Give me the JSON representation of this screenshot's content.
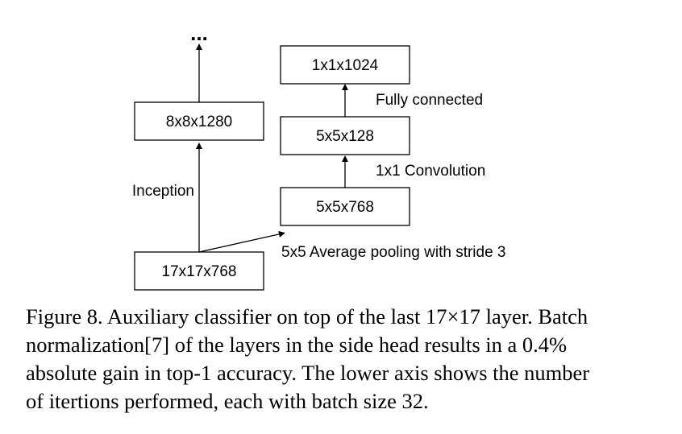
{
  "diagram": {
    "top_dots": "...",
    "boxes": {
      "b17x17": "17x17x768",
      "b8x8": "8x8x1280",
      "b5x5x768": "5x5x768",
      "b5x5x128": "5x5x128",
      "b1x1": "1x1x1024"
    },
    "edges": {
      "inception": "Inception",
      "avgpool": "5x5 Average pooling with stride 3",
      "conv": "1x1 Convolution",
      "fc": "Fully connected"
    }
  },
  "caption": {
    "line1": "Figure 8. Auxiliary classifier on top of the last 17×17 layer. Batch",
    "line2": "normalization[7] of the layers in the side head results in a 0.4%",
    "line3": "absolute gain in top-1 accuracy. The lower axis shows the number",
    "line4": "of itertions performed, each with batch size 32."
  }
}
